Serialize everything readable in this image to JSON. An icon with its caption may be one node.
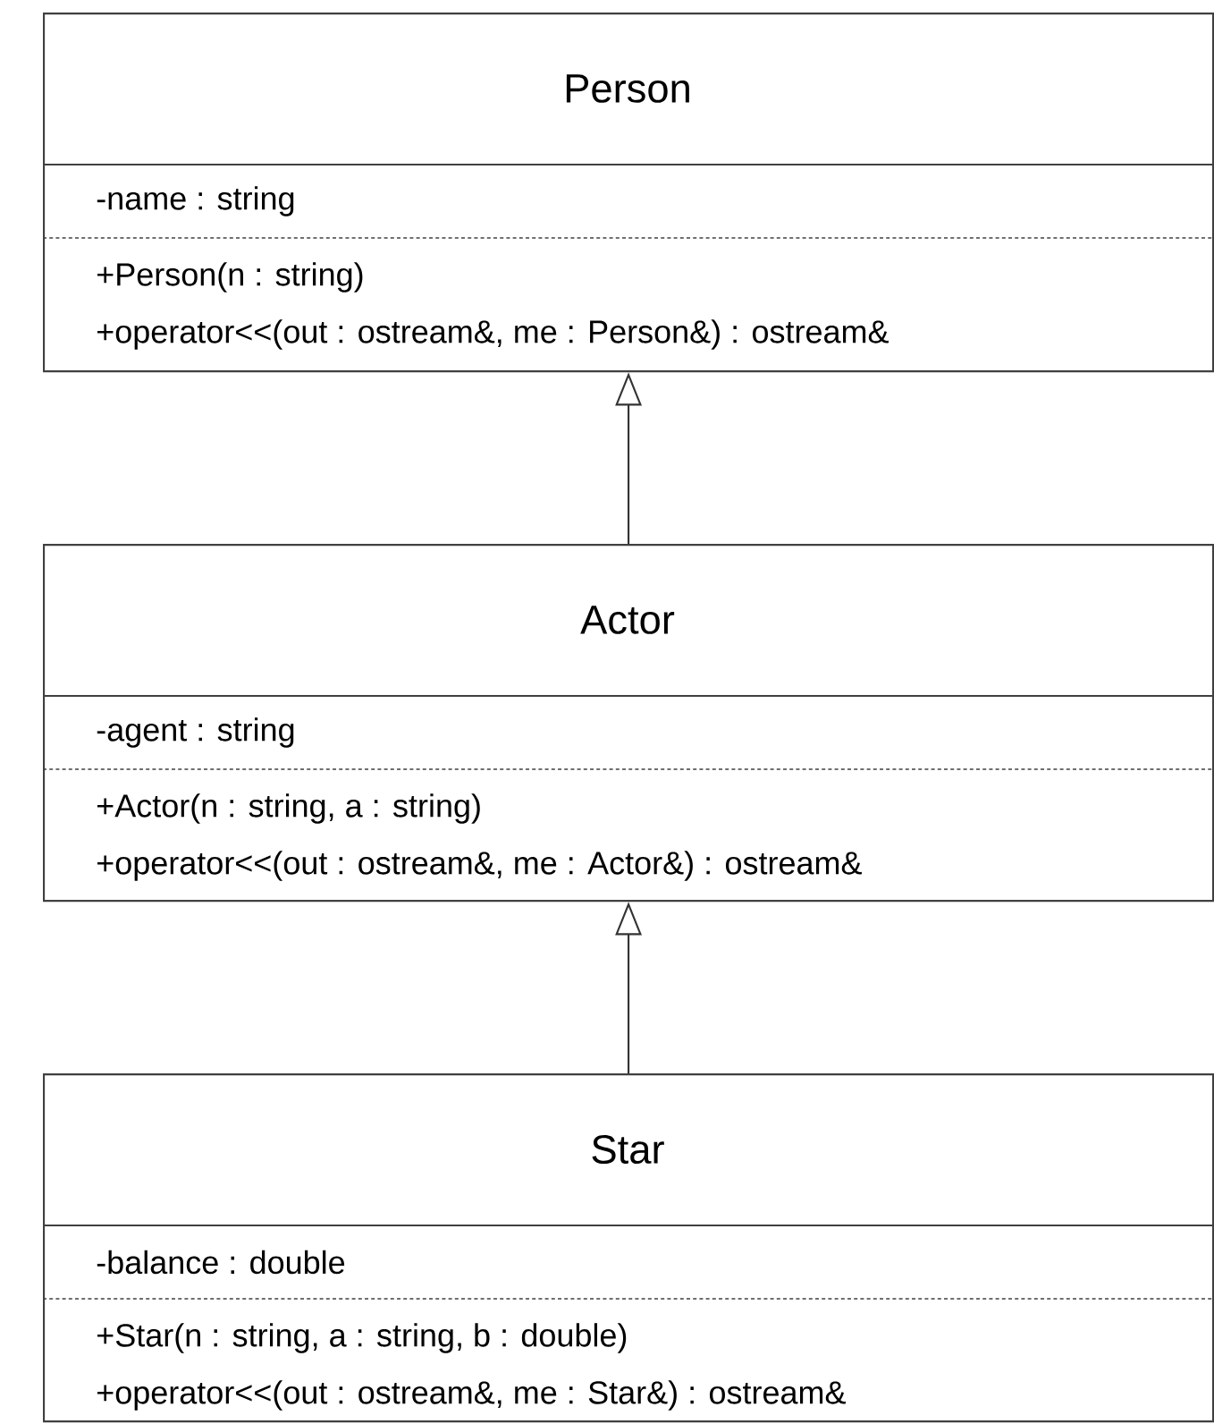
{
  "diagram": {
    "nodes": [
      {
        "text": [
          "Person",
          "-name : string",
          "+Person(n : string)",
          "+operator<<(out : ostream&, me : Person&) : ostream&"
        ]
      },
      {
        "text": [
          "Actor",
          "-agent : string",
          "+Actor(n : string, a : string)",
          "+operator<<(out : ostream&, me : Actor&) : ostream&"
        ]
      },
      {
        "text": [
          "Star",
          "-balance : double",
          "+Star(n : string, a : string, b : double)",
          "+operator<<(out : ostream&, me : Star&) : ostream&"
        ]
      }
    ],
    "edges": [
      {
        "from": 1,
        "to": 0,
        "arrow": "to"
      },
      {
        "from": 2,
        "to": 1,
        "arrow": "to"
      }
    ]
  }
}
